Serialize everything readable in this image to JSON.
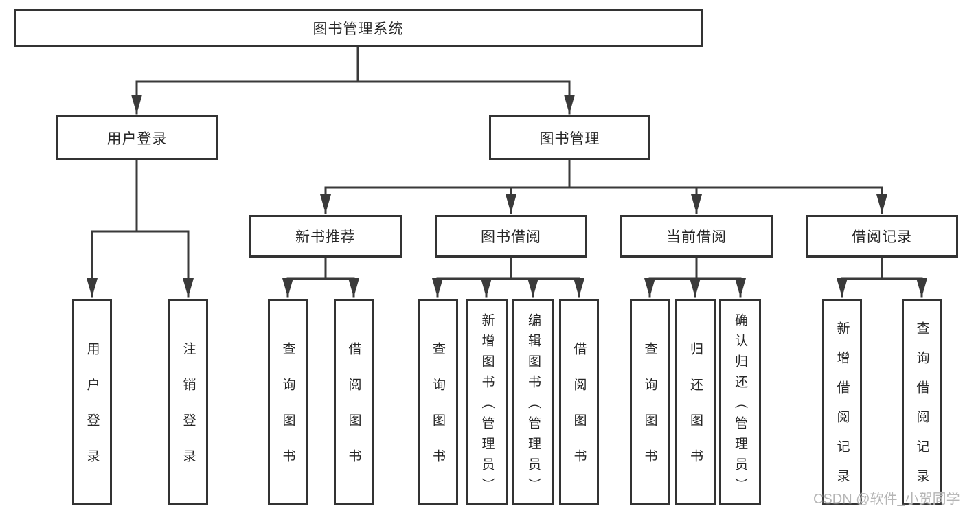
{
  "tree": {
    "root": {
      "label": "图书管理系统",
      "children": [
        {
          "label": "用户登录",
          "children": [
            {
              "label": "用户登录"
            },
            {
              "label": "注销登录"
            }
          ]
        },
        {
          "label": "图书管理",
          "children": [
            {
              "label": "新书推荐",
              "children": [
                {
                  "label": "查询图书"
                },
                {
                  "label": "借阅图书"
                }
              ]
            },
            {
              "label": "图书借阅",
              "children": [
                {
                  "label": "查询图书"
                },
                {
                  "label": "新增图书（管理员）"
                },
                {
                  "label": "编辑图书（管理员）"
                },
                {
                  "label": "借阅图书"
                }
              ]
            },
            {
              "label": "当前借阅",
              "children": [
                {
                  "label": "查询图书"
                },
                {
                  "label": "归还图书"
                },
                {
                  "label": "确认归还（管理员）"
                }
              ]
            },
            {
              "label": "借阅记录",
              "children": [
                {
                  "label": "新增借阅记录"
                },
                {
                  "label": "查询借阅记录"
                }
              ]
            }
          ]
        }
      ]
    }
  },
  "watermark": "CSDN @软件_小贺同学",
  "colors": {
    "line": "#3a3a3a",
    "box_border": "#333333",
    "text": "#262626",
    "background": "#ffffff",
    "watermark": "#b5b5b5"
  }
}
